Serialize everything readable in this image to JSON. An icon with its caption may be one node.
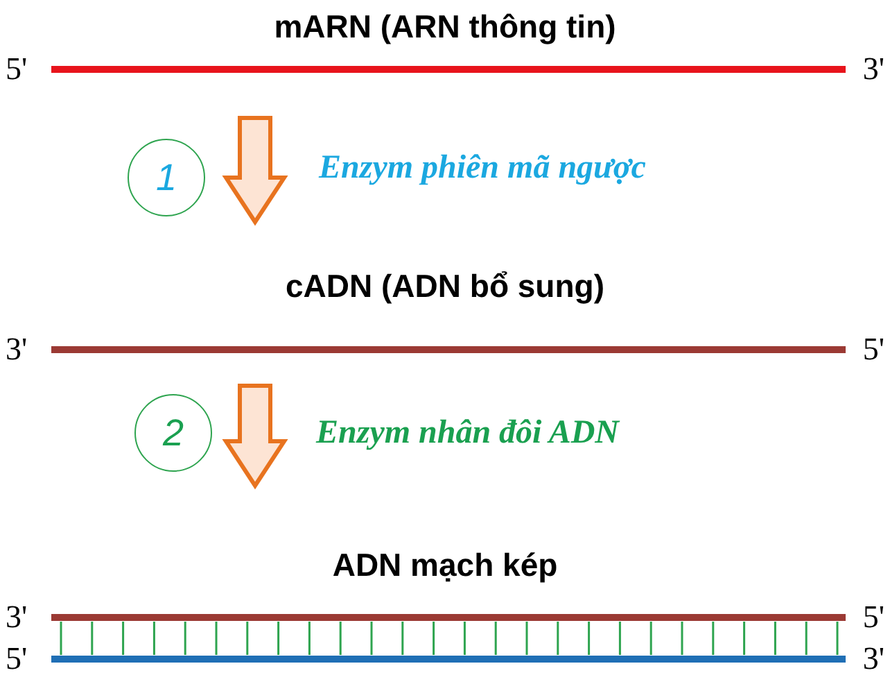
{
  "diagram": {
    "nodes": [
      {
        "text": [
          "mARN (ARN thông tin)",
          "5'",
          "3'"
        ]
      },
      {
        "text": [
          "cADN (ADN bổ sung)",
          "3'",
          "5'"
        ]
      },
      {
        "text": [
          "ADN mạch kép",
          "3'",
          "5'",
          "5'",
          "3'"
        ]
      },
      {
        "text": [
          "1"
        ]
      },
      {
        "text": [
          "2"
        ]
      }
    ],
    "edges": [
      {
        "from": 0,
        "to": 1,
        "arrow": "to",
        "label": "Enzym phiên mã ngược"
      },
      {
        "from": 1,
        "to": 2,
        "arrow": "to",
        "label": "Enzym nhân đôi ADN"
      }
    ]
  }
}
